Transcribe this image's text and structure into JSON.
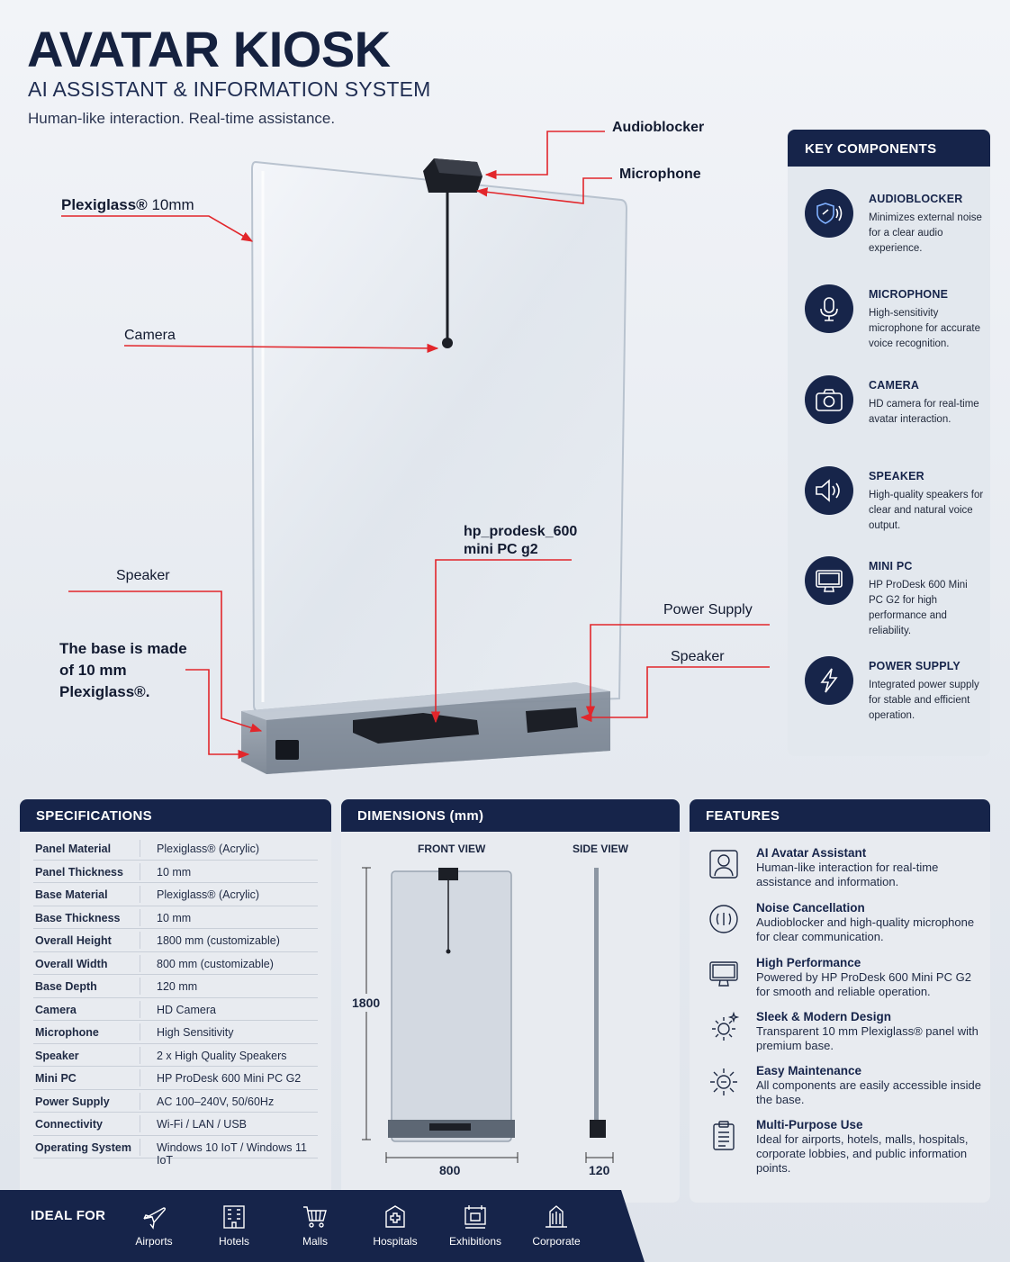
{
  "header": {
    "title": "AVATAR KIOSK",
    "subtitle": "AI ASSISTANT & INFORMATION SYSTEM",
    "tagline": "Human-like interaction. Real-time assistance."
  },
  "callouts": {
    "audioblocker": "Audioblocker",
    "microphone": "Microphone",
    "plexiglass_brand": "Plexiglass®",
    "plexiglass_size": "10mm",
    "camera": "Camera",
    "minipc_line1": "hp_prodesk_600",
    "minipc_line2": "mini PC g2",
    "speaker_left": "Speaker",
    "power_supply": "Power Supply",
    "speaker_right": "Speaker",
    "base_line1": "The base is made",
    "base_line2": "of 10 mm",
    "base_line3": "Plexiglass®."
  },
  "key_components": {
    "heading": "KEY COMPONENTS",
    "items": [
      {
        "title": "AUDIOBLOCKER",
        "icon": "shield-sound-icon",
        "desc": "Minimizes external noise for a clear audio experience."
      },
      {
        "title": "MICROPHONE",
        "icon": "microphone-icon",
        "desc": "High-sensitivity microphone for accurate voice recognition."
      },
      {
        "title": "CAMERA",
        "icon": "camera-icon",
        "desc": "HD camera for real-time avatar interaction."
      },
      {
        "title": "SPEAKER",
        "icon": "speaker-icon",
        "desc": "High-quality speakers for clear and natural voice output."
      },
      {
        "title": "MINI PC",
        "icon": "monitor-icon",
        "desc": "HP ProDesk 600 Mini PC G2 for high performance and reliability."
      },
      {
        "title": "POWER SUPPLY",
        "icon": "lightning-icon",
        "desc": "Integrated power supply for stable and efficient operation."
      }
    ]
  },
  "specifications": {
    "heading": "SPECIFICATIONS",
    "rows": [
      {
        "key": "Panel Material",
        "value": "Plexiglass® (Acrylic)"
      },
      {
        "key": "Panel Thickness",
        "value": "10 mm"
      },
      {
        "key": "Base Material",
        "value": "Plexiglass® (Acrylic)"
      },
      {
        "key": "Base Thickness",
        "value": "10 mm"
      },
      {
        "key": "Overall Height",
        "value": "1800 mm (customizable)"
      },
      {
        "key": "Overall Width",
        "value": "800 mm (customizable)"
      },
      {
        "key": "Base Depth",
        "value": "120 mm"
      },
      {
        "key": "Camera",
        "value": "HD Camera"
      },
      {
        "key": "Microphone",
        "value": "High Sensitivity"
      },
      {
        "key": "Speaker",
        "value": "2 x High Quality Speakers"
      },
      {
        "key": "Mini PC",
        "value": "HP ProDesk 600 Mini PC G2"
      },
      {
        "key": "Power Supply",
        "value": "AC 100–240V, 50/60Hz"
      },
      {
        "key": "Connectivity",
        "value": "Wi-Fi / LAN / USB"
      },
      {
        "key": "Operating System",
        "value": "Windows 10 IoT / Windows 11 IoT"
      }
    ]
  },
  "dimensions": {
    "heading": "DIMENSIONS (mm)",
    "front_label": "FRONT VIEW",
    "side_label": "SIDE VIEW",
    "height": "1800",
    "width": "800",
    "depth": "120"
  },
  "features": {
    "heading": "FEATURES",
    "items": [
      {
        "title": "AI Avatar Assistant",
        "icon": "avatar-icon",
        "desc": "Human-like interaction for real-time assistance and information."
      },
      {
        "title": "Noise Cancellation",
        "icon": "noise-cancel-icon",
        "desc": "Audioblocker and high-quality microphone for clear communication."
      },
      {
        "title": "High Performance",
        "icon": "monitor-icon",
        "desc": "Powered by HP ProDesk 600 Mini PC G2 for smooth and reliable operation."
      },
      {
        "title": "Sleek & Modern Design",
        "icon": "gear-sparkle-icon",
        "desc": "Transparent 10 mm Plexiglass® panel with premium base."
      },
      {
        "title": "Easy Maintenance",
        "icon": "gear-wrench-icon",
        "desc": "All components are easily accessible inside the base."
      },
      {
        "title": "Multi-Purpose Use",
        "icon": "clipboard-icon",
        "desc": "Ideal for airports, hotels, malls, hospitals, corporate lobbies, and public information points."
      }
    ]
  },
  "ideal_for": {
    "heading": "IDEAL FOR",
    "items": [
      {
        "label": "Airports",
        "icon": "airplane-icon"
      },
      {
        "label": "Hotels",
        "icon": "hotel-icon"
      },
      {
        "label": "Malls",
        "icon": "cart-icon"
      },
      {
        "label": "Hospitals",
        "icon": "hospital-icon"
      },
      {
        "label": "Exhibitions",
        "icon": "exhibition-icon"
      },
      {
        "label": "Corporate",
        "icon": "building-icon"
      }
    ]
  },
  "colors": {
    "navy": "#16244a",
    "callout_red": "#e2262b",
    "panel_bg": "#e8ebf0"
  }
}
